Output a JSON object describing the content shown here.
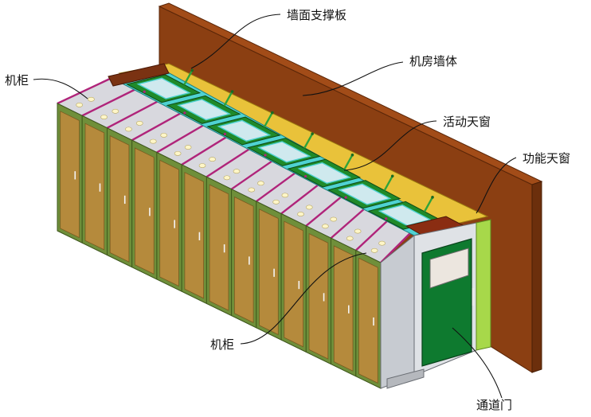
{
  "labels": {
    "wall_support_board": "墙面支撑板",
    "machine_room_wall": "机房墙体",
    "cabinet_top": "机柜",
    "movable_skylight": "活动天窗",
    "functional_skylight": "功能天窗",
    "cabinet_bottom": "机柜",
    "access_door": "通道门"
  },
  "counts": {
    "cabinets": 13,
    "skylight_panels": 7
  },
  "colors": {
    "wall_front": "#8b3f12",
    "wall_top": "#a24c18",
    "wall_side": "#6c2f0c",
    "cabinet_door": "#b58a3c",
    "cabinet_frame": "#6f8f3a",
    "cabinet_top": "#d8d8de",
    "magenta_rail": "#b0247a",
    "skylight_glass": "#cfe9ee",
    "skylight_frame_cyan": "#4fd2d2",
    "skylight_frame_green": "#1f8a2a",
    "yellow_beam": "#e9c23a",
    "end_panel": "#c7cbd1",
    "access_door": "#0e7a2f",
    "door_frame": "#a7d84a"
  }
}
